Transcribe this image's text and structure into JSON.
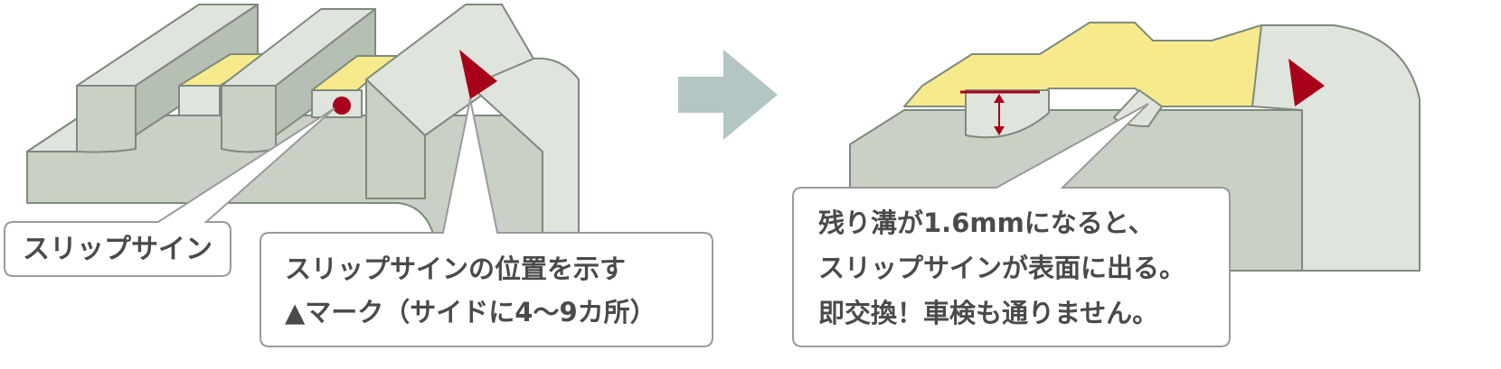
{
  "labels": {
    "slip_sign": "スリップサイン",
    "marker_line1": "スリップサインの位置を示す",
    "marker_line2": "▲マーク（サイドに4〜9カ所）",
    "worn_line1": "残り溝が1.6mmになると、",
    "worn_line2": "スリップサインが表面に出る。",
    "worn_line3": "即交換！車検も通りません。"
  },
  "colors": {
    "tread_face": "#c9d0c6",
    "tread_side": "#dfe4dc",
    "tread_dark": "#b5bfb3",
    "outline": "#7e8a7c",
    "slip_sign_yellow": "#f6ea8c",
    "marker_red": "#a8001a",
    "arrow": "#b3c5c5",
    "callout_border": "#9a9a9a",
    "text": "#4a4a4a"
  },
  "icons": {
    "transition": "arrow-right-icon",
    "tread_marker": "triangle-marker-icon",
    "slip_dot": "circle-dot-icon",
    "depth": "double-arrow-icon"
  }
}
